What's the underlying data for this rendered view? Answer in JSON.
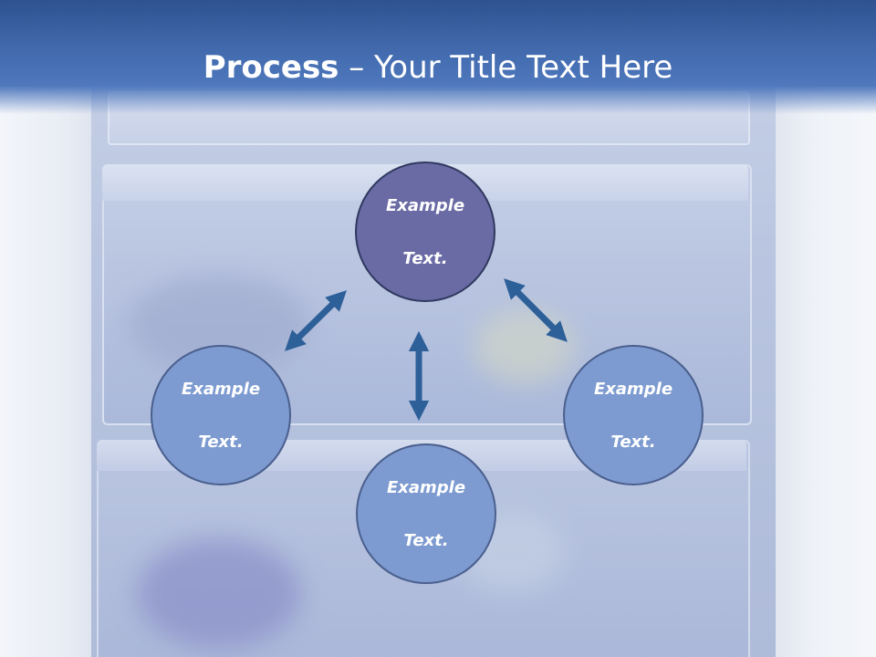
{
  "slide": {
    "title_strong": "Process",
    "title_rest": " – Your Title Text Here"
  },
  "diagram": {
    "nodes": {
      "top": {
        "line1": "Example",
        "line2": "Text."
      },
      "left": {
        "line1": "Example",
        "line2": "Text."
      },
      "right": {
        "line1": "Example",
        "line2": "Text."
      },
      "bottom": {
        "line1": "Example",
        "line2": "Text."
      }
    }
  },
  "colors": {
    "title_band": "#4068ab",
    "node_top_fill": "#6a6aa5",
    "node_fill": "#7d9bd0",
    "arrow": "#2d5f98"
  }
}
